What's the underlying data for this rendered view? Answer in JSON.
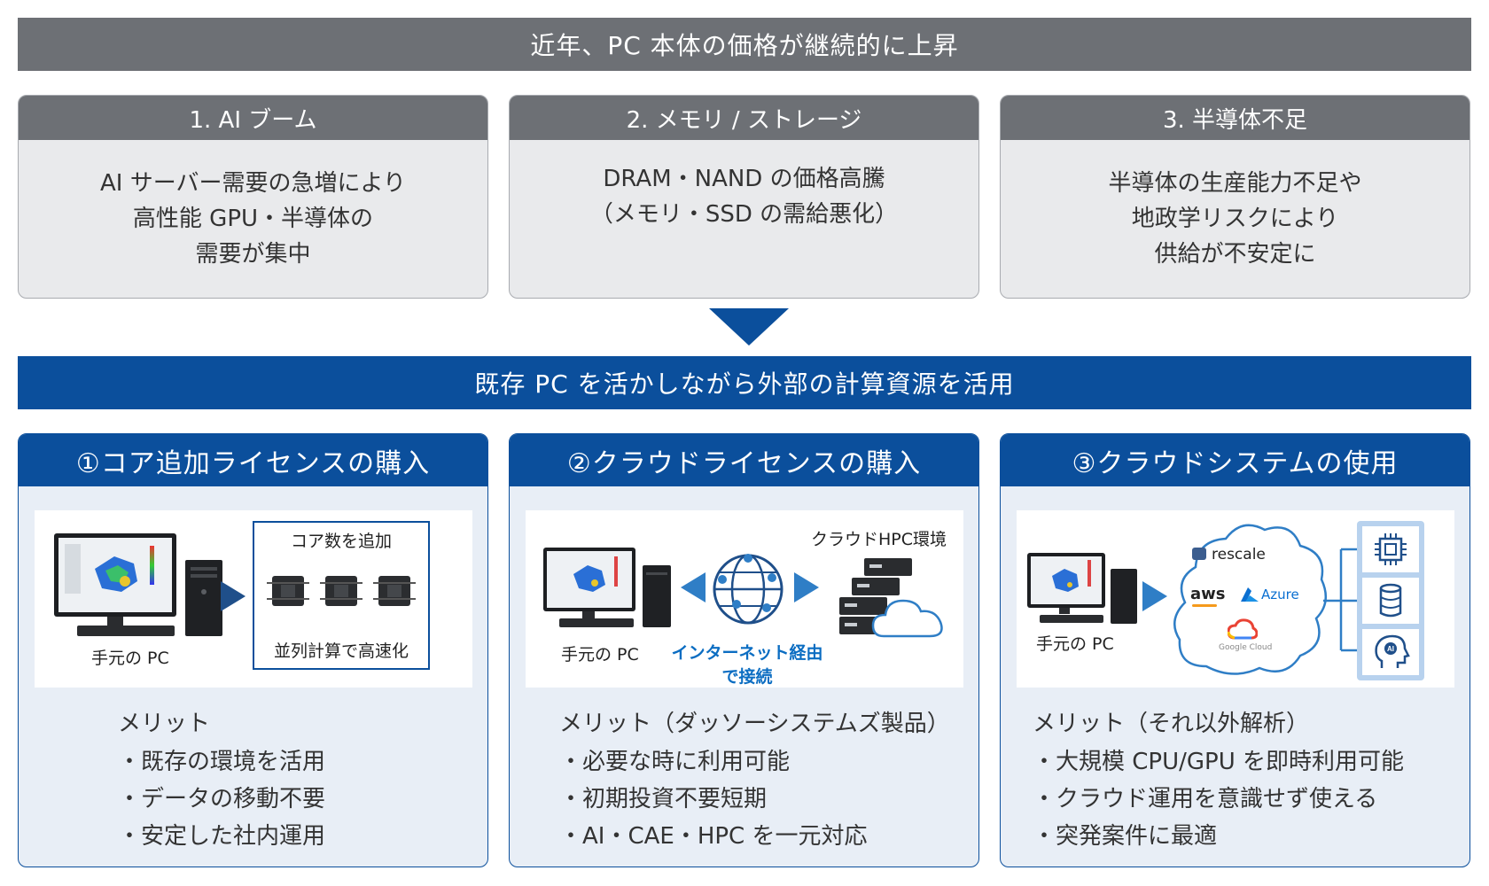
{
  "top_banner": "近年、PC 本体の価格が継続的に上昇",
  "causes": [
    {
      "title": "1. AI ブーム",
      "lines": [
        "AI サーバー需要の急増により",
        "高性能 GPU・半導体の",
        "需要が集中"
      ]
    },
    {
      "title": "2. メモリ / ストレージ",
      "lines": [
        "DRAM・NAND の価格高騰",
        "（メモリ・SSD の需給悪化）"
      ]
    },
    {
      "title": "3. 半導体不足",
      "lines": [
        "半導体の生産能力不足や",
        "地政学リスクにより",
        "供給が不安定に"
      ]
    }
  ],
  "middle_banner": "既存 PC を活かしながら外部の計算資源を活用",
  "solutions": [
    {
      "title": "①コア追加ライセンスの購入",
      "pc_label": "手元の PC",
      "box_top": "コア数を追加",
      "box_bottom": "並列計算で高速化",
      "merit_title": "メリット",
      "merits": [
        "・既存の環境を活用",
        "・データの移動不要",
        "・安定した社内運用"
      ]
    },
    {
      "title": "②クラウドライセンスの購入",
      "pc_label": "手元の PC",
      "net_label_1": "インターネット経由",
      "net_label_2": "で接続",
      "cloud_label": "クラウドHPC環境",
      "merit_title": "メリット（ダッソーシステムズ製品）",
      "merits": [
        "・必要な時に利用可能",
        "・初期投資不要短期",
        "・AI・CAE・HPC を一元対応"
      ]
    },
    {
      "title": "③クラウドシステムの使用",
      "pc_label": "手元の PC",
      "providers": [
        "rescale",
        "aws",
        "Azure",
        "Google Cloud"
      ],
      "merit_title": "メリット（それ以外解析）",
      "merits": [
        "・大規模 CPU/GPU を即時利用可能",
        "・クラウド運用を意識せず使える",
        "・突発案件に最適"
      ]
    }
  ],
  "colors": {
    "gray": "#6d7075",
    "blue": "#0b4f9c",
    "panel_bg": "#e8eef6",
    "cause_bg": "#e9eaec"
  }
}
